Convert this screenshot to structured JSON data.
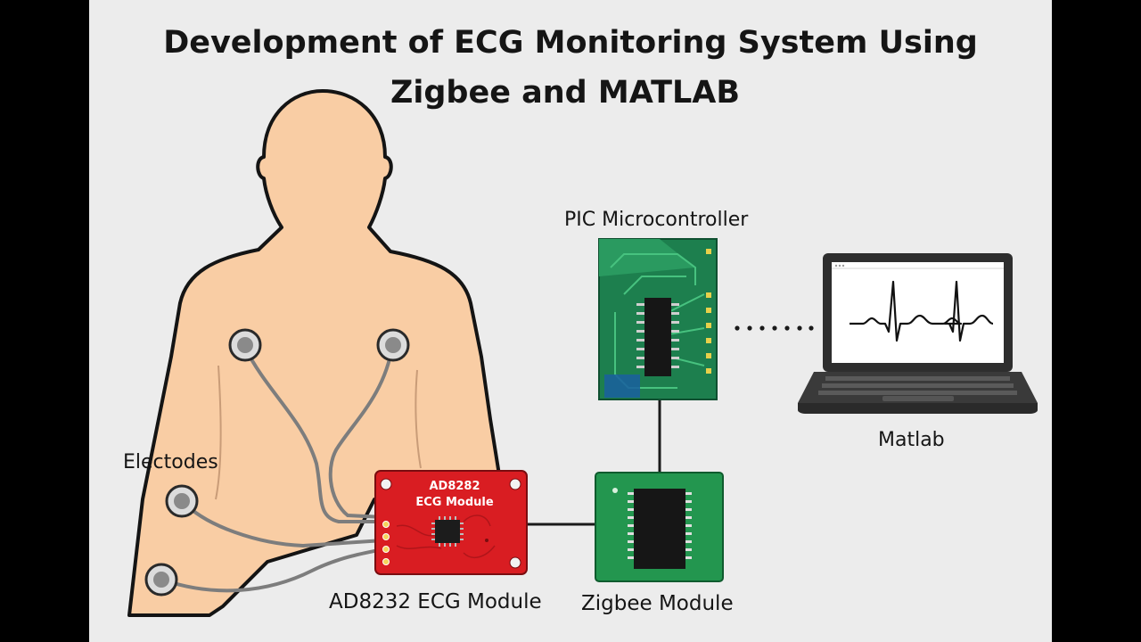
{
  "title": {
    "line1": "Development  of ECG Monitoring System Using",
    "line2": "Zigbee and MATLAB"
  },
  "labels": {
    "pic_microcontroller": "PIC Microcontroller",
    "matlab": "Matlab",
    "electrodes": "Electodes",
    "ad8232_module": "AD8232 ECG Module",
    "zigbee_module": "Zigbee Module"
  },
  "ecg_board": {
    "line1": "AD8282",
    "line2": "ECG Module"
  },
  "colors": {
    "background": "#ececec",
    "skin": "#f9cda4",
    "ecg_board": "#d91d22",
    "pic_board": "#1d7f4e",
    "zigbee_board": "#23964f",
    "wire": "#808080"
  }
}
